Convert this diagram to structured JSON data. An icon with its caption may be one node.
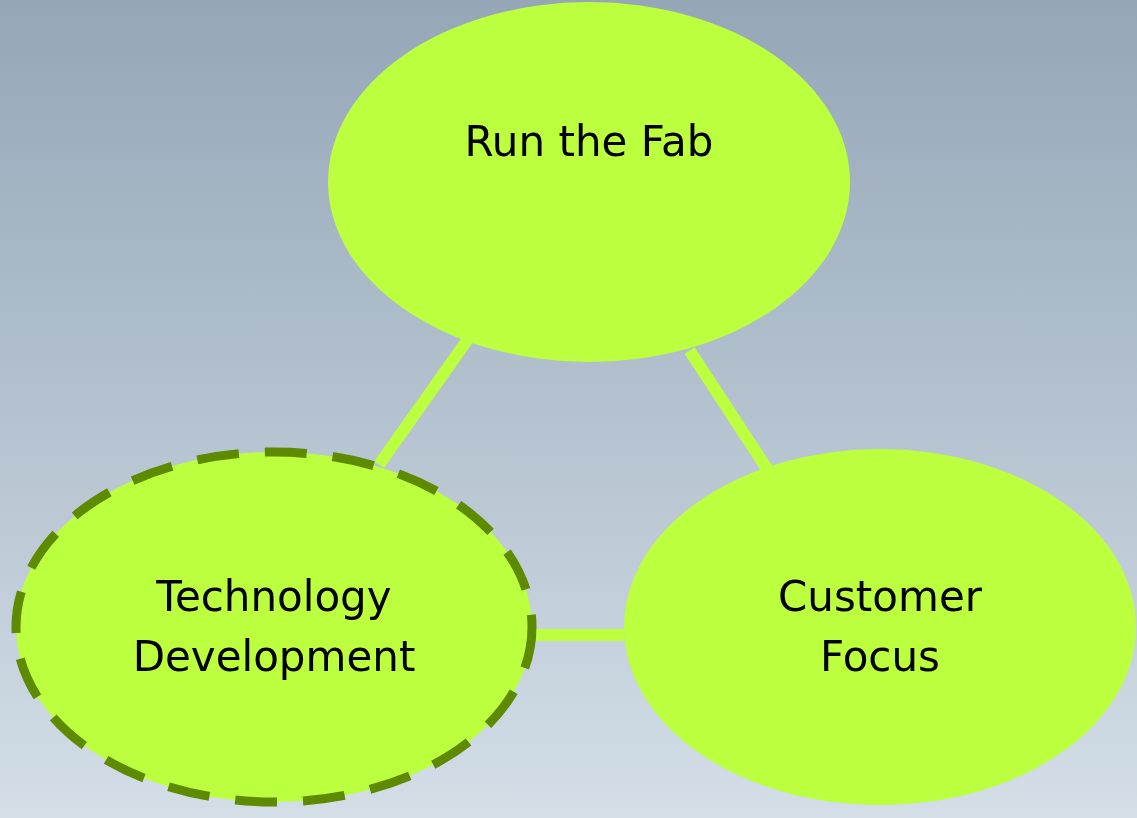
{
  "diagram": {
    "nodes": [
      {
        "text": [
          "Run the Fab"
        ]
      },
      {
        "text": [
          "Technology Development"
        ]
      },
      {
        "text": [
          "Customer Focus"
        ]
      }
    ],
    "edges": [
      {
        "from": 0,
        "to": 1,
        "arrow": "none"
      },
      {
        "from": 0,
        "to": 2,
        "arrow": "none"
      },
      {
        "from": 1,
        "to": 2,
        "arrow": "none"
      }
    ]
  }
}
